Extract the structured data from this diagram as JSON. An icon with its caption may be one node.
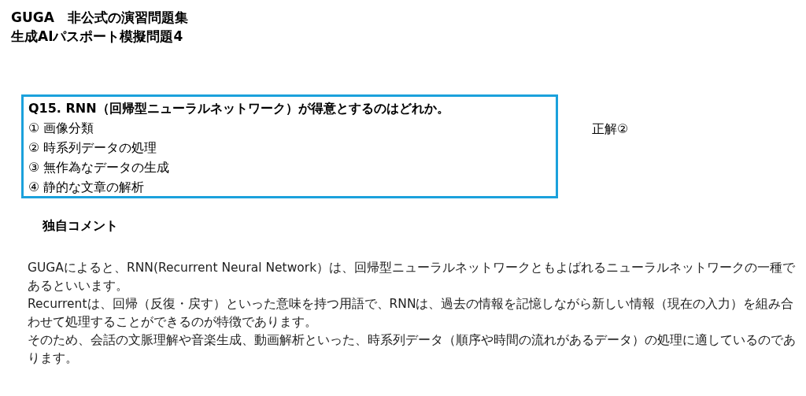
{
  "diagram": {
    "title": "GUGA　非公式の演習問題集",
    "nodes": [
      {
        "text": [
          "Q15. RNN（回帰型ニューラルネットワーク）が得意とするのはどれか。",
          "① 画像分類",
          "② 時系列データの処理",
          "③ 無作為なデータの生成",
          "④ 静的な文章の解析"
        ]
      }
    ],
    "labels": [
      "生成AIパスポート模擬問題4",
      "正解②",
      "独自コメント",
      "GUGAによると、RNN(Recurrent Neural Network）は、回帰型ニューラルネットワークともよばれるニューラルネットワークの一種であるといいます。",
      "Recurrentは、回帰（反復・戻す）といった意味を持つ用語で、RNNは、過去の情報を記憶しながら新しい情報（現在の入力）を組み合わせて処理することができるのが特徴であります。",
      "そのため、会話の文脈理解や音楽生成、動画解析といった、時系列データ（順序や時間の流れがあるデータ）の処理に適しているのであります。"
    ]
  }
}
